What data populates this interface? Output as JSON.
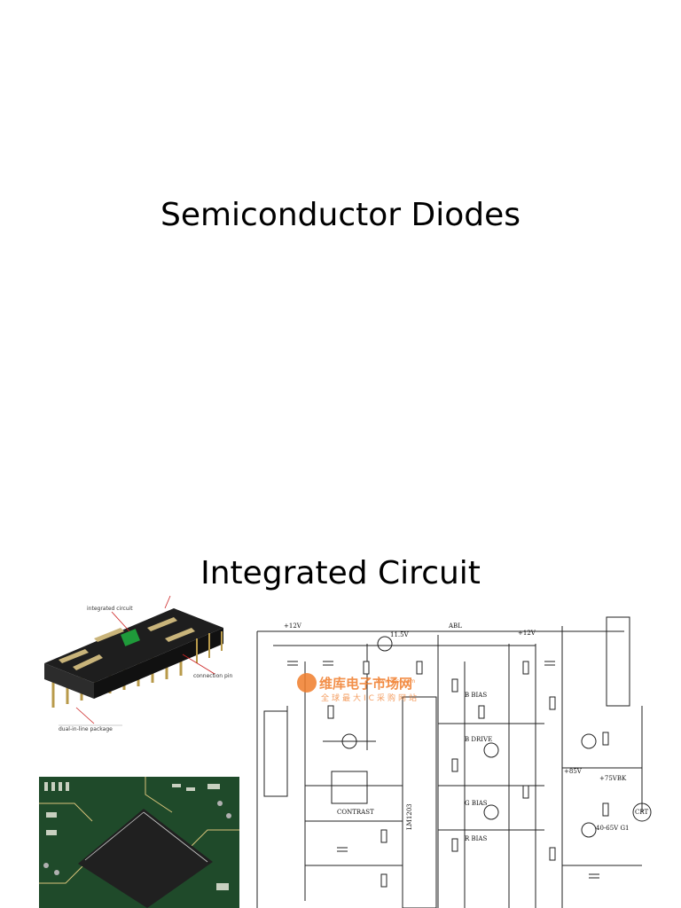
{
  "slides": [
    {
      "title": "Semiconductor Diodes"
    },
    {
      "title": "Integrated Circuit",
      "chip_diagram": {
        "labels": [
          "integrated circuit",
          "connection pin",
          "dual-in-line package"
        ]
      },
      "schematic": {
        "watermark_main": "维库电子市场网",
        "watermark_sub": "全球最大IC采购网站",
        "watermark_url": "www.dzsc.com",
        "labels": [
          "+12V",
          "ABL",
          "+12V",
          "11.5V",
          "CONTRAST",
          "B DRIVE",
          "G BIAS",
          "B BIAS",
          "R BIAS",
          "LM1203",
          "CRT",
          "+85V",
          "+75VBK",
          "40-65V G1"
        ]
      }
    }
  ]
}
